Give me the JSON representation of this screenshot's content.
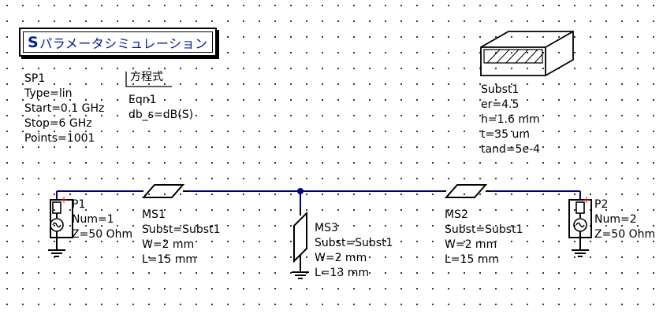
{
  "simulation": {
    "title_prefix": "S",
    "title_rest": "パラメータシミュレーション",
    "name": "SP1",
    "lines": [
      "Type=lin",
      "Start=0.1 GHz",
      "Stop=6 GHz",
      "Points=1001"
    ]
  },
  "equation": {
    "header": "方程式",
    "name": "Eqn1",
    "lines": [
      "db_s=dB(S)"
    ]
  },
  "substrate": {
    "name": "Subst1",
    "lines": [
      "er=4.5",
      "h=1.6 mm",
      "t=35 um",
      "tand=5e-4"
    ]
  },
  "components": {
    "p1": {
      "name": "P1",
      "lines": [
        "Num=1",
        "Z=50 Ohm"
      ]
    },
    "p2": {
      "name": "P2",
      "lines": [
        "Num=2",
        "Z=50 Ohm"
      ]
    },
    "ms1": {
      "name": "MS1",
      "lines": [
        "Subst=Subst1",
        "W=2 mm",
        "L=15 mm"
      ]
    },
    "ms2": {
      "name": "MS2",
      "lines": [
        "Subst=Subst1",
        "W=2 mm",
        "L=15 mm"
      ]
    },
    "ms3": {
      "name": "MS3",
      "lines": [
        "Subst=Subst1",
        "W=2 mm",
        "L=13 mm"
      ]
    }
  },
  "colors": {
    "wire": "#000080",
    "component": "#000000",
    "title": "#00209a",
    "port_plus": "#ff0000",
    "dots": "#000000"
  }
}
